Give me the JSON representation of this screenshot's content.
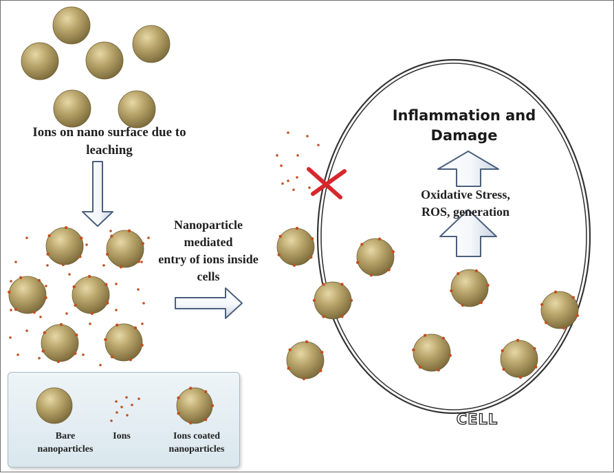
{
  "labels": {
    "leaching_line1": "Ions on nano surface due to",
    "leaching_line2": "leaching",
    "entry_line1": "Nanoparticle",
    "entry_line2": "mediated",
    "entry_line3": "entry of ions inside",
    "entry_line4": "cells",
    "oxidative_line1": "Oxidative Stress,",
    "oxidative_line2": "ROS, generation",
    "inflammation_line1": "Inflammation and",
    "inflammation_line2": "Damage",
    "cell": "CELL"
  },
  "legend": {
    "bare_line1": "Bare",
    "bare_line2": "nanoparticles",
    "ions": "Ions",
    "coated_line1": "Ions coated",
    "coated_line2": "nanoparticles"
  },
  "colors": {
    "particle": "#a8955c",
    "particle_highlight": "#e2d39e",
    "ion": "#c1501f",
    "arrow_fill": "#ffffff",
    "arrow_stroke": "#4a5f7c",
    "block_mark": "#d6272d"
  }
}
